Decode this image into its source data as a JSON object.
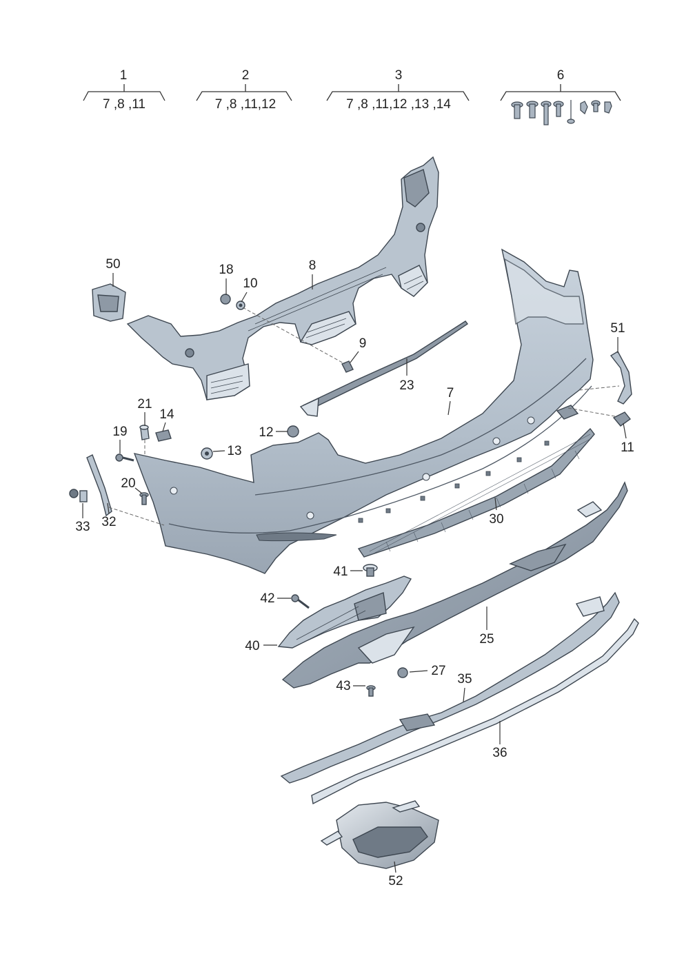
{
  "callouts": {
    "c1": "1",
    "c2": "2",
    "c3": "3",
    "c6": "6",
    "c50": "50",
    "c18": "18",
    "c10": "10",
    "c8": "8",
    "c9": "9",
    "c23": "23",
    "c7": "7",
    "c51": "51",
    "c11": "11",
    "c21": "21",
    "c14": "14",
    "c19": "19",
    "c12": "12",
    "c13": "13",
    "c20": "20",
    "c33": "33",
    "c32": "32",
    "c30": "30",
    "c41": "41",
    "c42": "42",
    "c25": "25",
    "c40": "40",
    "c27": "27",
    "c43": "43",
    "c35": "35",
    "c36": "36",
    "c52": "52"
  },
  "kits": {
    "k1": "7 ,8 ,11",
    "k2": "7 ,8 ,11,12",
    "k3": "7 ,8 ,11,12 ,13 ,14"
  },
  "colors": {
    "part_fill": "#b9c4cf",
    "part_outline": "#3d4650",
    "leader": "#333333"
  }
}
